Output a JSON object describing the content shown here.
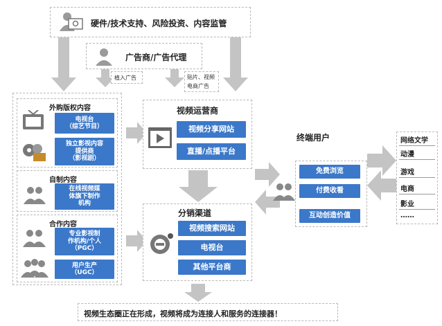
{
  "top": {
    "label": "硬件/技术支持、风险投资、内容监管"
  },
  "advertiser": {
    "label": "广告商/广告代理"
  },
  "notes": {
    "implant_ads": "植入广告",
    "paste_ads_1": "贴片、视频",
    "paste_ads_2": "电商广告"
  },
  "left": {
    "purchased": {
      "title": "外购版权内容",
      "items": [
        "电视台\n（综艺节目）",
        "独立影视内容\n提供商\n（影视剧）"
      ]
    },
    "self_made": {
      "title": "自制内容",
      "items": [
        "在线视频媒\n体旗下制作\n机构"
      ]
    },
    "cooperative": {
      "title": "合作内容",
      "items": [
        "专业影视制\n作机构/个人\n（PGC）",
        "用户生产\n（UGC）"
      ]
    }
  },
  "operator": {
    "title": "视频运营商",
    "items": [
      "视频分享网站",
      "直播/点播平台"
    ]
  },
  "distribution": {
    "title": "分销渠道",
    "items": [
      "视频搜索网站",
      "电视台",
      "其他平台商"
    ]
  },
  "end_user": {
    "title": "终端用户",
    "items": [
      "免费浏览",
      "付费收看",
      "互动创造价值"
    ]
  },
  "right_list": [
    "网络文学",
    "动漫",
    "游戏",
    "电商",
    "影业",
    "……"
  ],
  "footer": {
    "label": "视频生态圈正在形成，视频将成为连接人和服务的连接器！"
  },
  "colors": {
    "accent": "#3b78c9",
    "arrow": "#c4c4c4",
    "dash": "#b8b8b8"
  }
}
